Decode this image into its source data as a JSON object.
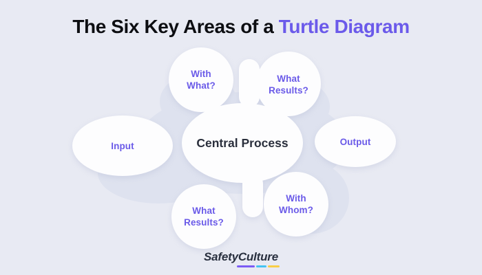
{
  "title": {
    "prefix": "The Six Key Areas of a ",
    "highlight": "Turtle Diagram"
  },
  "diagram": {
    "center": {
      "label": "Central Process"
    },
    "nodes": [
      {
        "id": "with-what",
        "label": "With\nWhat?"
      },
      {
        "id": "what-results-top",
        "label": "What\nResults?"
      },
      {
        "id": "input",
        "label": "Input"
      },
      {
        "id": "output",
        "label": "Output"
      },
      {
        "id": "what-results-bottom",
        "label": "What\nResults?"
      },
      {
        "id": "with-whom",
        "label": "With\nWhom?"
      }
    ]
  },
  "footer": {
    "brand": "SafetyCulture"
  },
  "colors": {
    "bg": "#E8EAF3",
    "silhouette": "#DEE2EF",
    "shape": "#FDFDFE",
    "label": "#6A5AE8",
    "titleDark": "#0D0E12",
    "titleAccent": "#6B5AEA",
    "centerText": "#2A2F3C",
    "brand": "#29303F",
    "bar1": "#7B5CF5",
    "bar2": "#45C3F2",
    "bar3": "#F8CE46"
  }
}
